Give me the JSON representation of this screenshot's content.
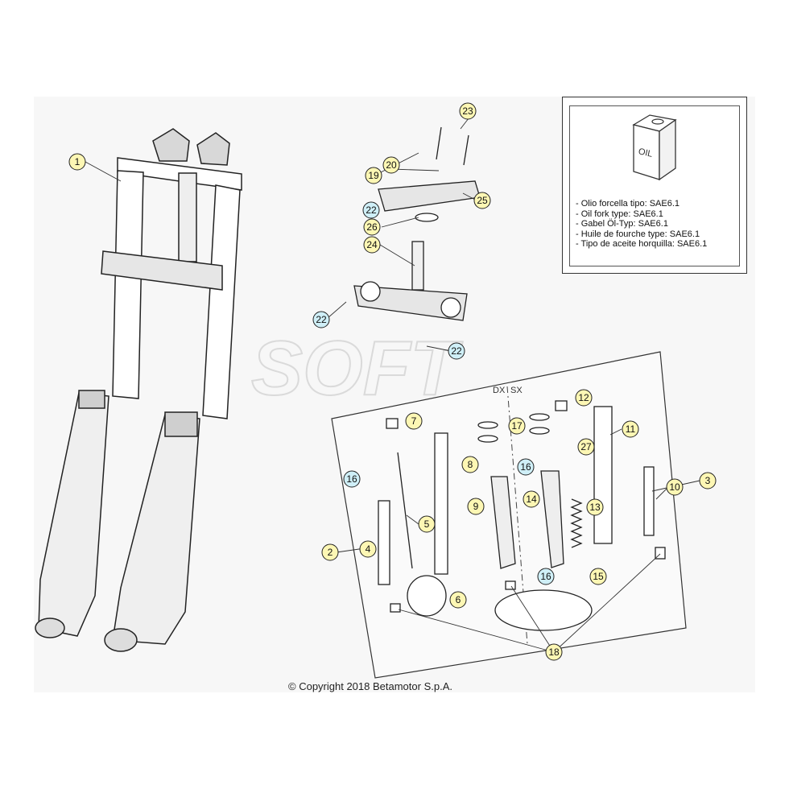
{
  "legend": {
    "can_label": "OIL",
    "lines": [
      "- Olio forcella tipo: SAE6.1",
      "- Oil fork type: SAE6.1",
      "- Gabel Öl-Typ: SAE6.1",
      "- Huile de fourche type: SAE6.1",
      "- Tipo de aceite horquilla: SAE6.1"
    ]
  },
  "side_labels": {
    "right": "DX",
    "left": "SX"
  },
  "watermark": "SOFT",
  "copyright": "© Copyright 2018 Betamotor S.p.A.",
  "callouts": {
    "c1": "1",
    "c2": "2",
    "c3": "3",
    "c4": "4",
    "c5": "5",
    "c6": "6",
    "c7": "7",
    "c8": "8",
    "c9": "9",
    "c10": "10",
    "c11": "11",
    "c12": "12",
    "c13": "13",
    "c14": "14",
    "c15": "15",
    "c16a": "16",
    "c16b": "16",
    "c16c": "16",
    "c17": "17",
    "c18": "18",
    "c19": "19",
    "c20": "20",
    "c22a": "22",
    "c22b": "22",
    "c22c": "22",
    "c23": "23",
    "c24": "24",
    "c25": "25",
    "c26": "26",
    "c27": "27"
  },
  "colors": {
    "callout_yellow": "#fdf7b4",
    "callout_blue": "#cfeff7"
  }
}
